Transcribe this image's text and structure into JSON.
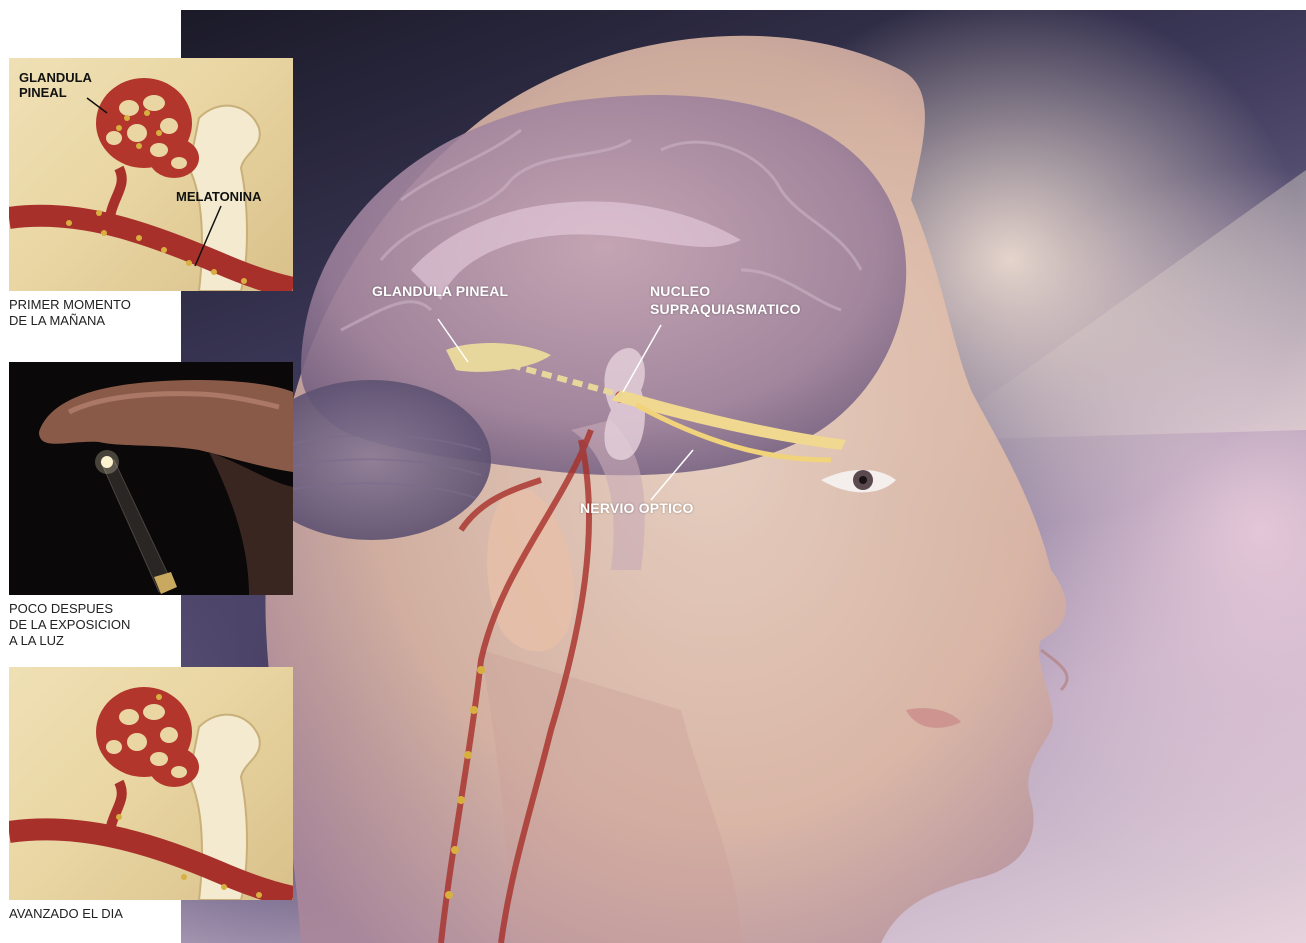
{
  "main": {
    "labels": {
      "pineal_gland": "GLANDULA PINEAL",
      "scn_line1": "NUCLEO",
      "scn_line2": "SUPRAQUIASMATICO",
      "optic_nerve": "NERVIO OPTICO"
    }
  },
  "panels": [
    {
      "id": "morning",
      "labels": {
        "gland_line1": "GLANDULA",
        "gland_line2": "PINEAL",
        "melatonin": "MELATONINA"
      },
      "caption": "PRIMER MOMENTO\nDE LA MAÑANA"
    },
    {
      "id": "light",
      "caption": "POCO DESPUES\nDE LA EXPOSICION\nA LA LUZ"
    },
    {
      "id": "later",
      "caption": "AVANZADO EL DIA"
    }
  ],
  "colors": {
    "vessel": "#a8302a",
    "melatonin_dot": "#d8b040",
    "panel_bg": "#e9d6a3",
    "label_main": "#ffffff"
  }
}
